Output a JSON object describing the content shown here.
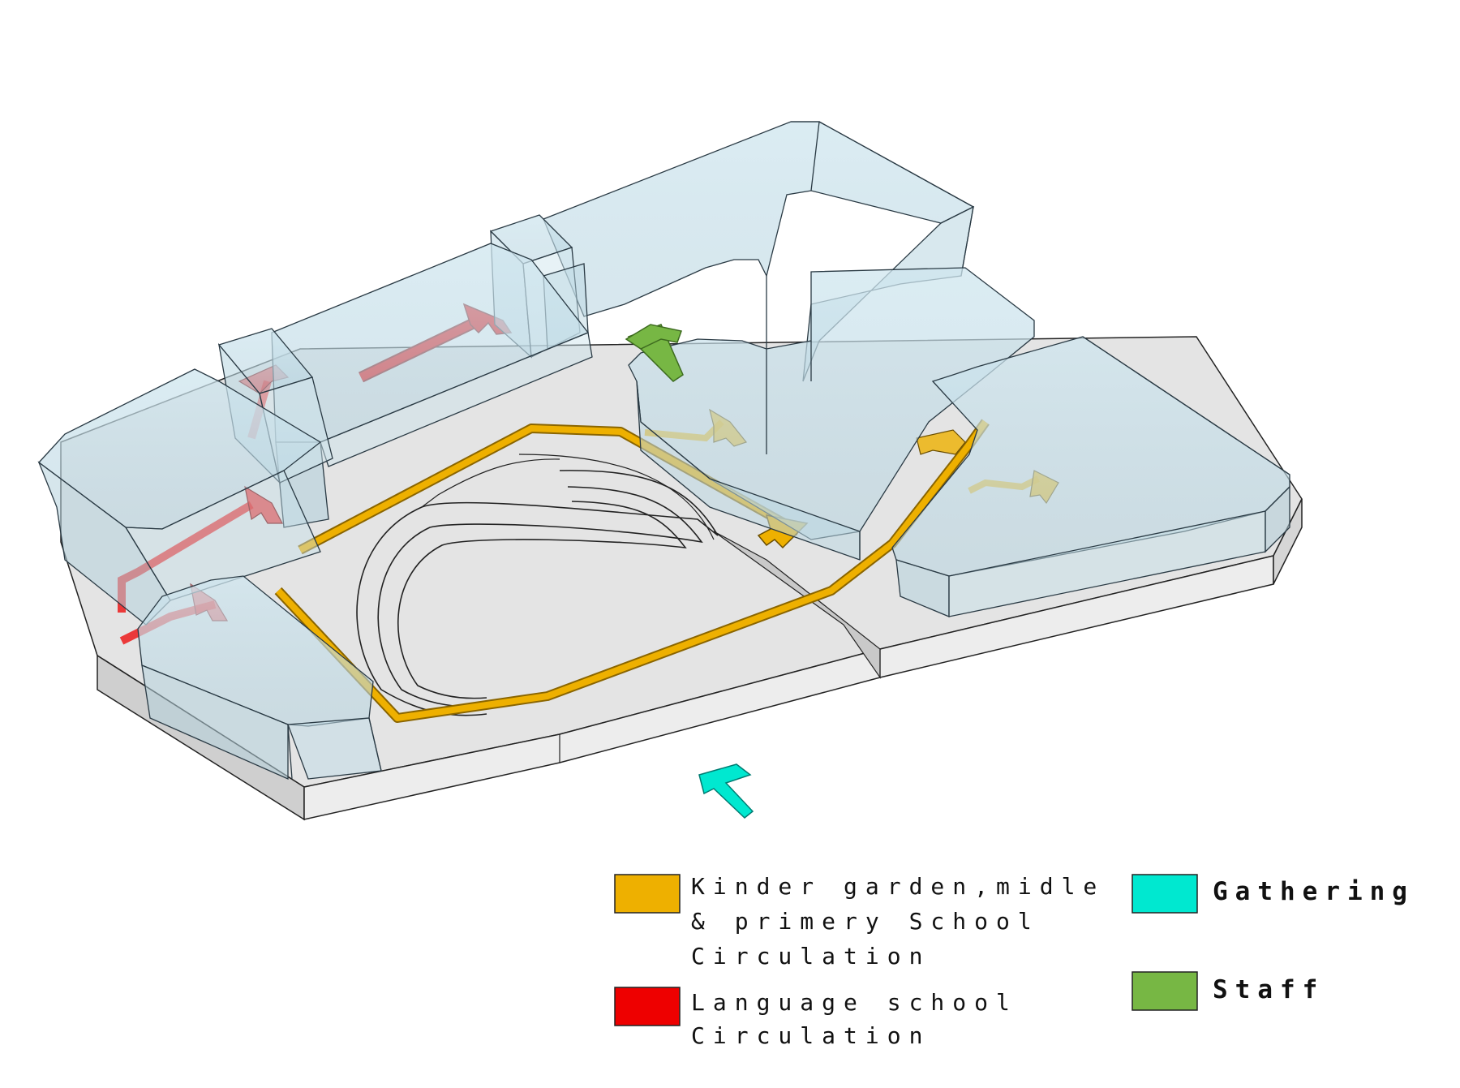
{
  "diagram": {
    "type": "axonometric circulation diagram",
    "colors": {
      "kindergarten": "#EEB000",
      "language": "#EE0000",
      "gathering": "#00E8D0",
      "staff": "#77B744",
      "glass": "#BFDCE8",
      "ground": "#E2E2E2"
    }
  },
  "legend": {
    "items": [
      {
        "key": "kindergarten",
        "color": "#EEB000",
        "lines": [
          "Kinder garden,midle",
          "& primery School",
          "Circulation"
        ]
      },
      {
        "key": "language",
        "color": "#EE0000",
        "lines": [
          "Language school",
          "Circulation"
        ]
      },
      {
        "key": "gathering",
        "color": "#00E8D0",
        "lines": [
          "Gathering"
        ]
      },
      {
        "key": "staff",
        "color": "#77B744",
        "lines": [
          "Staff"
        ]
      }
    ]
  }
}
